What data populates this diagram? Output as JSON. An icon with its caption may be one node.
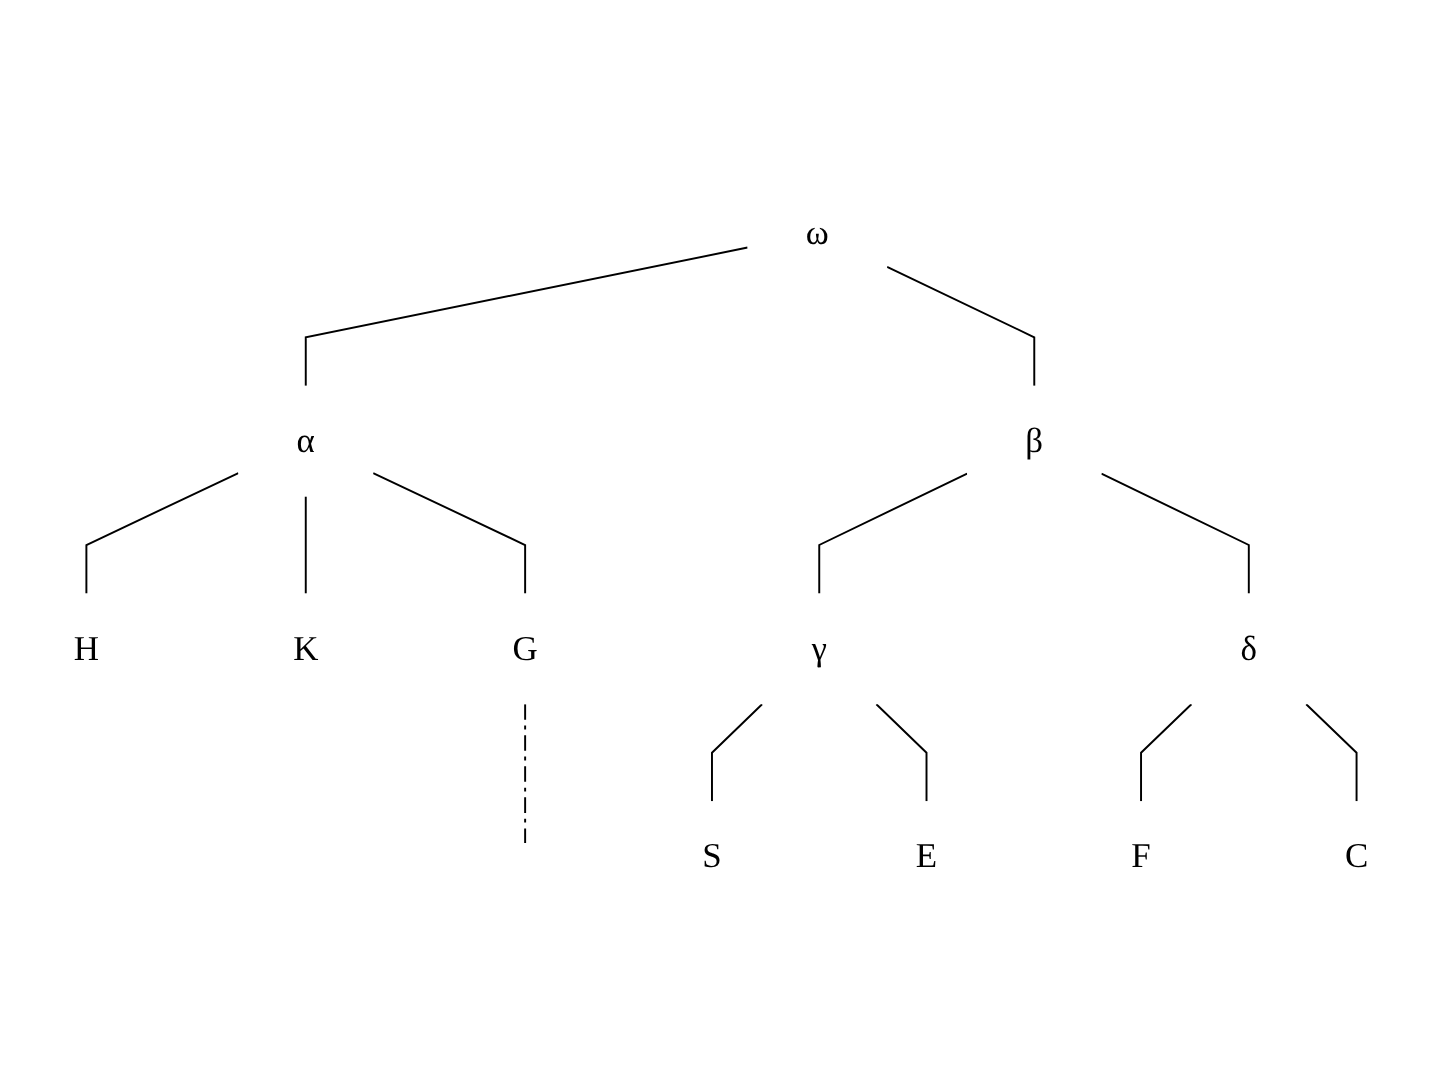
{
  "diagram": {
    "nodes": [
      {
        "text": [
          "ω"
        ]
      },
      {
        "text": [
          "α"
        ]
      },
      {
        "text": [
          "β"
        ]
      },
      {
        "text": [
          "γ"
        ]
      },
      {
        "text": [
          "δ"
        ]
      },
      {
        "text": [
          "H"
        ]
      },
      {
        "text": [
          "S"
        ]
      },
      {
        "text": [
          "E"
        ]
      },
      {
        "text": [
          "K"
        ]
      },
      {
        "text": [
          "G"
        ]
      },
      {
        "text": [
          "F"
        ]
      },
      {
        "text": [
          "C"
        ]
      }
    ],
    "edges": [
      {
        "from": 0,
        "to": 1,
        "arrow": "none"
      },
      {
        "from": 0,
        "to": 2,
        "arrow": "none"
      },
      {
        "from": 1,
        "to": 5,
        "arrow": "none"
      },
      {
        "from": 1,
        "to": 8,
        "arrow": "none"
      },
      {
        "from": 1,
        "to": 9,
        "arrow": "none"
      },
      {
        "from": 2,
        "to": 3,
        "arrow": "none"
      },
      {
        "from": 2,
        "to": 4,
        "arrow": "none"
      },
      {
        "from": 3,
        "to": 6,
        "arrow": "none"
      },
      {
        "from": 3,
        "to": 7,
        "arrow": "none"
      },
      {
        "from": 4,
        "to": 10,
        "arrow": "none"
      },
      {
        "from": 4,
        "to": 11,
        "arrow": "none"
      },
      {
        "from": 9,
        "to": null,
        "arrow": "none",
        "style": "dashed"
      }
    ]
  }
}
